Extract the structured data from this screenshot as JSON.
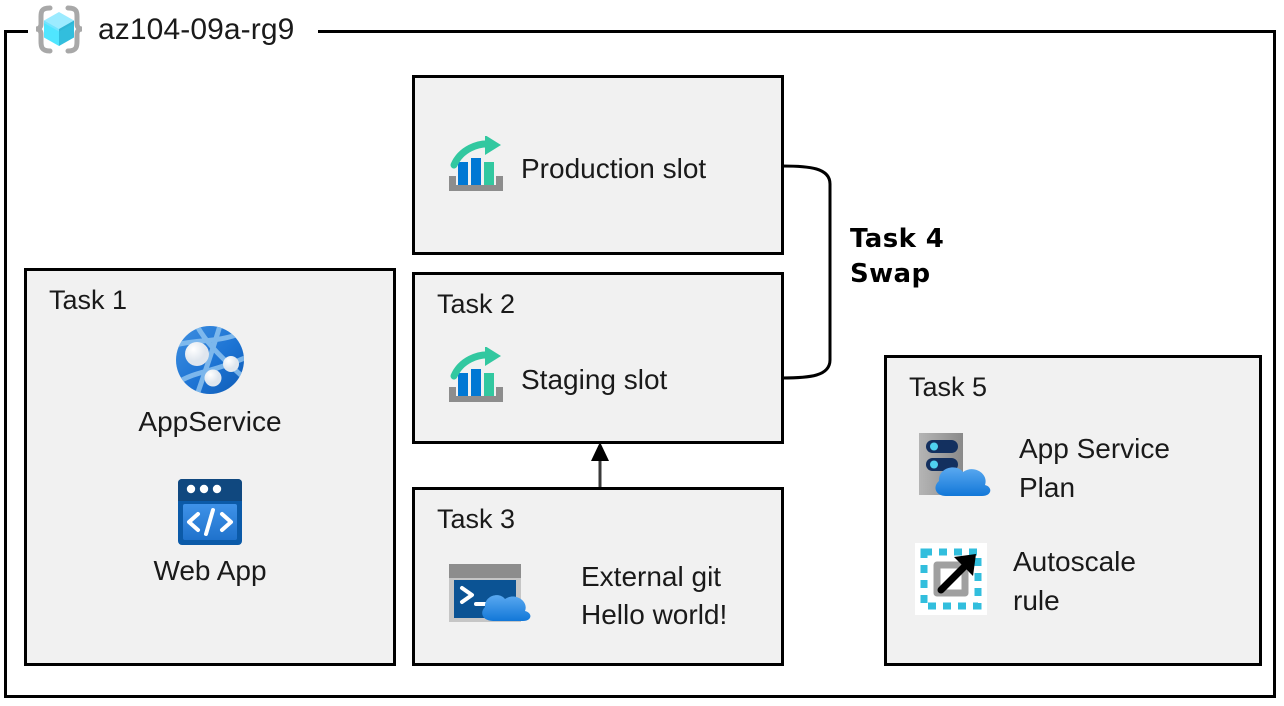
{
  "resource_group": {
    "name": "az104-09a-rg9",
    "icon": "resource-group-cube-icon"
  },
  "boxes": {
    "production": {
      "label": "Production slot",
      "icon": "deployment-slot-icon"
    },
    "task1": {
      "title": "Task 1",
      "items": [
        {
          "label": "AppService",
          "icon": "app-service-globe-icon"
        },
        {
          "label": "Web App",
          "icon": "web-app-code-window-icon"
        }
      ]
    },
    "task2": {
      "title": "Task 2",
      "items": [
        {
          "label": "Staging slot",
          "icon": "deployment-slot-icon"
        }
      ]
    },
    "task3": {
      "title": "Task 3",
      "items": [
        {
          "label": "External git\nHello world!",
          "icon": "cloud-shell-terminal-icon"
        }
      ]
    },
    "task5": {
      "title": "Task 5",
      "items": [
        {
          "label": "App Service\nPlan",
          "icon": "app-service-plan-server-cloud-icon"
        },
        {
          "label": "Autoscale\nrule",
          "icon": "autoscale-arrow-icon"
        }
      ]
    }
  },
  "annotations": {
    "swap": "Task 4\nSwap"
  },
  "colors": {
    "box_fill": "#f1f1f1",
    "box_border": "#000000",
    "azure_blue": "#0078d4",
    "azure_blue_light": "#3c9bf0",
    "azure_teal": "#32c8a0",
    "azure_navy": "#13305f",
    "cube_cyan": "#50e6ff",
    "gray": "#9a9a9a",
    "text": "#1a1a1a"
  }
}
